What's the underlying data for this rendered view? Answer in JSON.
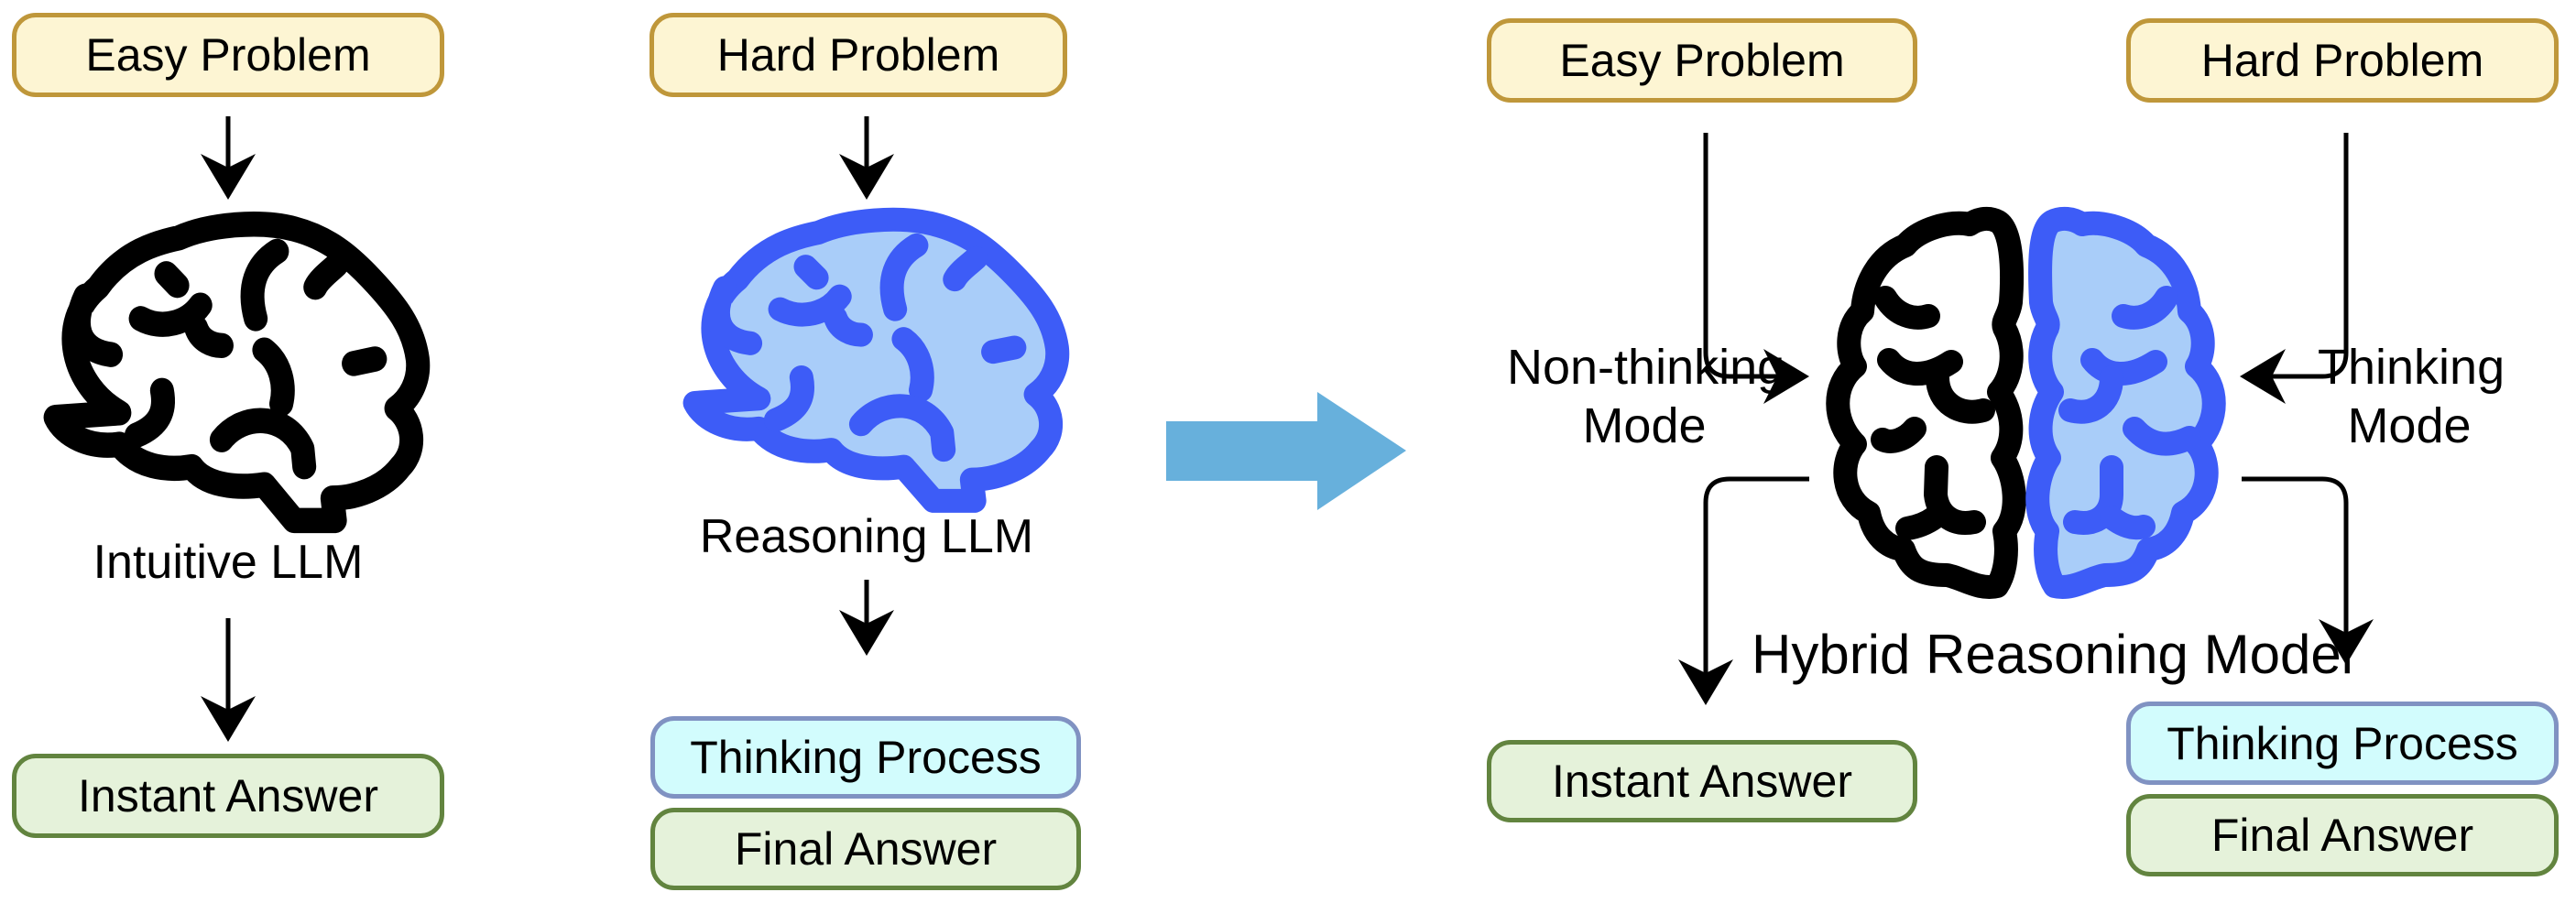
{
  "panels": {
    "intuitive": {
      "problem": "Easy Problem",
      "model": "Intuitive LLM",
      "answer": "Instant Answer"
    },
    "reasoning": {
      "problem": "Hard Problem",
      "model": "Reasoning LLM",
      "thinking": "Thinking Process",
      "answer": "Final Answer"
    },
    "hybrid": {
      "easy_problem": "Easy Problem",
      "hard_problem": "Hard Problem",
      "non_thinking_mode": [
        "Non-thinking",
        "Mode"
      ],
      "thinking_mode": [
        "Thinking",
        "Mode"
      ],
      "model": "Hybrid Reasoning Model",
      "instant_answer": "Instant Answer",
      "thinking": "Thinking Process",
      "final_answer": "Final Answer"
    }
  },
  "colors": {
    "problem_fill": "#fdf5d3",
    "problem_border": "#bf973a",
    "answer_fill": "#e5f2da",
    "answer_border": "#62843f",
    "thinking_fill": "#d2fcfd",
    "thinking_border": "#8092c2",
    "brain_outline_blue": "#3d5cf7",
    "brain_fill_blue": "#a9cdf9",
    "transition_arrow": "#67b0dc"
  }
}
